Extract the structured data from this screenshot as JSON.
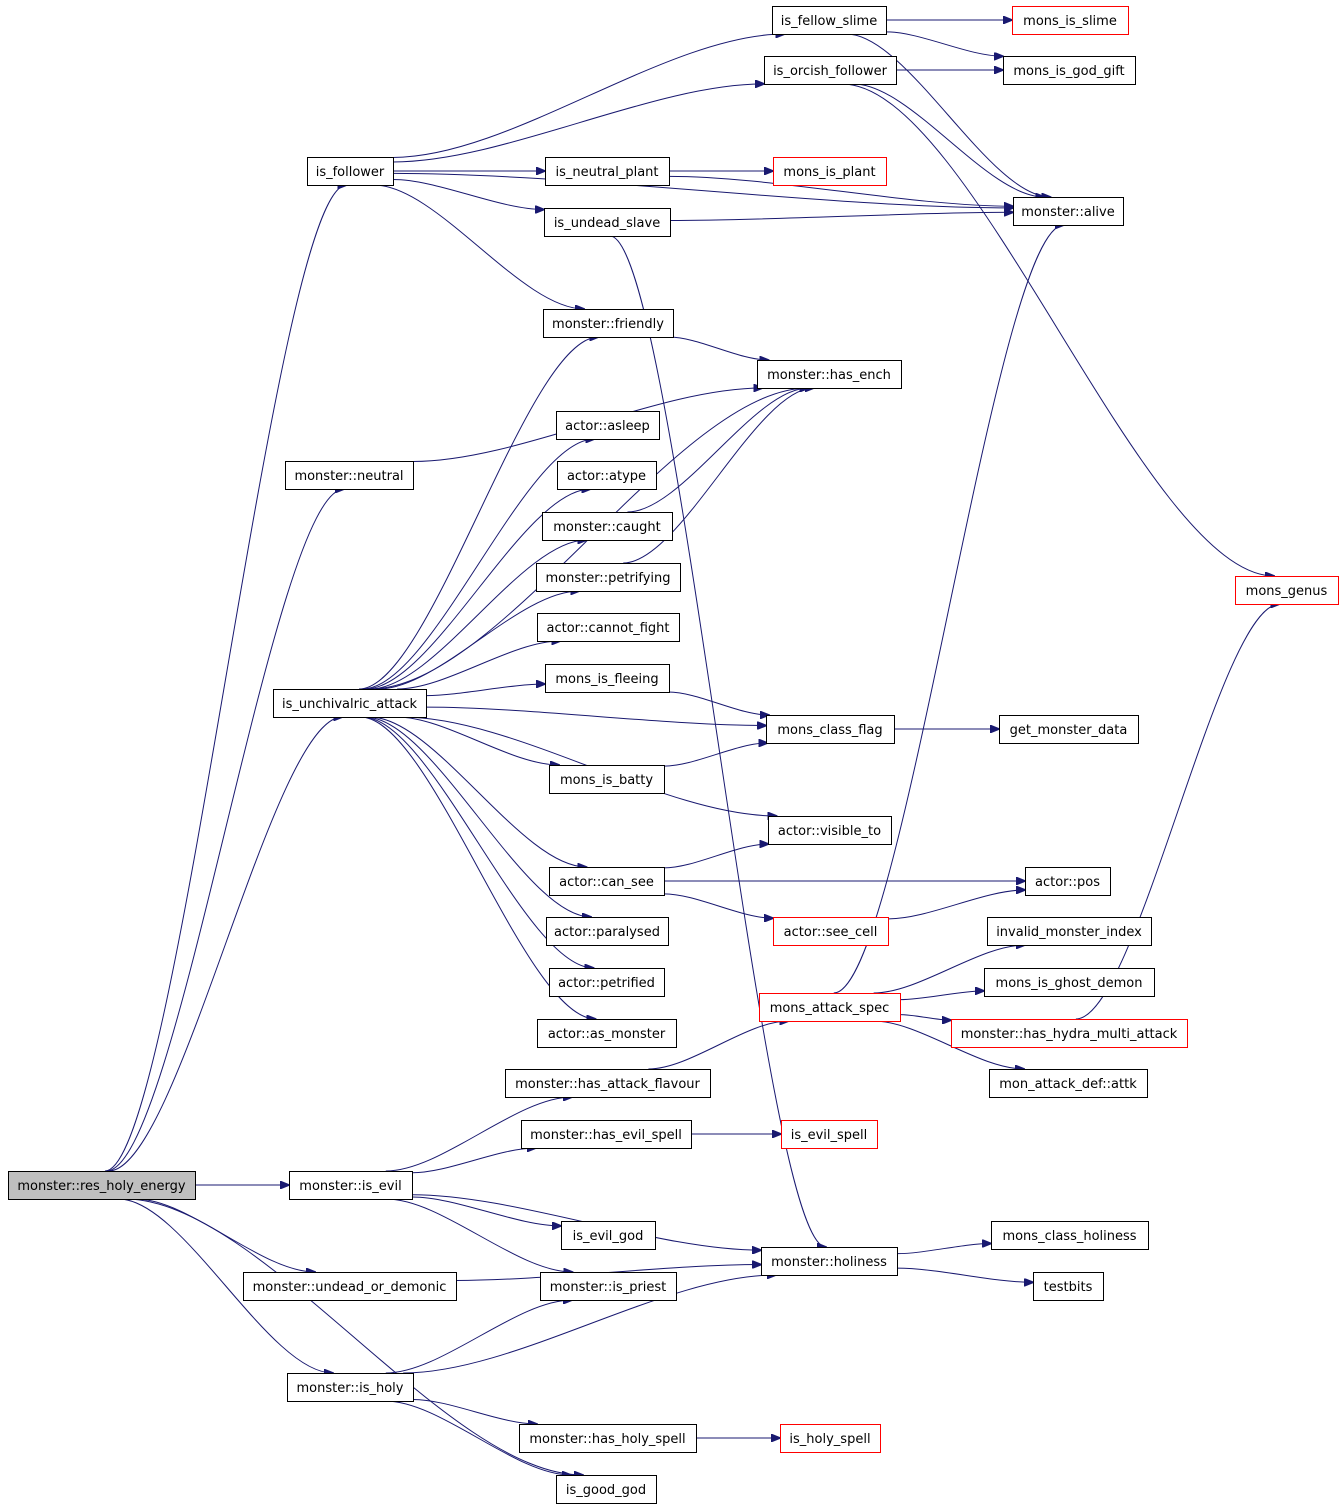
{
  "nodes": [
    {
      "id": "root",
      "label": "monster::res_holy_energy",
      "style": "root"
    },
    {
      "id": "is_follower",
      "label": "is_follower",
      "style": "normal"
    },
    {
      "id": "is_fellow_slime",
      "label": "is_fellow_slime",
      "style": "normal"
    },
    {
      "id": "mons_is_slime",
      "label": "mons_is_slime",
      "style": "red"
    },
    {
      "id": "is_orcish_follower",
      "label": "is_orcish_follower",
      "style": "normal"
    },
    {
      "id": "mons_is_god_gift",
      "label": "mons_is_god_gift",
      "style": "normal"
    },
    {
      "id": "is_neutral_plant",
      "label": "is_neutral_plant",
      "style": "normal"
    },
    {
      "id": "mons_is_plant",
      "label": "mons_is_plant",
      "style": "red"
    },
    {
      "id": "alive",
      "label": "monster::alive",
      "style": "normal"
    },
    {
      "id": "is_undead_slave",
      "label": "is_undead_slave",
      "style": "normal"
    },
    {
      "id": "friendly",
      "label": "monster::friendly",
      "style": "normal"
    },
    {
      "id": "has_ench",
      "label": "monster::has_ench",
      "style": "normal"
    },
    {
      "id": "neutral",
      "label": "monster::neutral",
      "style": "normal"
    },
    {
      "id": "asleep",
      "label": "actor::asleep",
      "style": "normal"
    },
    {
      "id": "atype",
      "label": "actor::atype",
      "style": "normal"
    },
    {
      "id": "caught",
      "label": "monster::caught",
      "style": "normal"
    },
    {
      "id": "petrifying",
      "label": "monster::petrifying",
      "style": "normal"
    },
    {
      "id": "mons_genus",
      "label": "mons_genus",
      "style": "red"
    },
    {
      "id": "cannot_fight",
      "label": "actor::cannot_fight",
      "style": "normal"
    },
    {
      "id": "mons_is_fleeing",
      "label": "mons_is_fleeing",
      "style": "normal"
    },
    {
      "id": "unchivalric",
      "label": "is_unchivalric_attack",
      "style": "normal"
    },
    {
      "id": "mons_class_flag",
      "label": "mons_class_flag",
      "style": "normal"
    },
    {
      "id": "get_monster_data",
      "label": "get_monster_data",
      "style": "normal"
    },
    {
      "id": "mons_is_batty",
      "label": "mons_is_batty",
      "style": "normal"
    },
    {
      "id": "visible_to",
      "label": "actor::visible_to",
      "style": "normal"
    },
    {
      "id": "can_see",
      "label": "actor::can_see",
      "style": "normal"
    },
    {
      "id": "pos",
      "label": "actor::pos",
      "style": "normal"
    },
    {
      "id": "paralysed",
      "label": "actor::paralysed",
      "style": "normal"
    },
    {
      "id": "see_cell",
      "label": "actor::see_cell",
      "style": "red"
    },
    {
      "id": "invalid_monster_index",
      "label": "invalid_monster_index",
      "style": "normal"
    },
    {
      "id": "petrified",
      "label": "actor::petrified",
      "style": "normal"
    },
    {
      "id": "mons_is_ghost_demon",
      "label": "mons_is_ghost_demon",
      "style": "normal"
    },
    {
      "id": "mons_attack_spec",
      "label": "mons_attack_spec",
      "style": "red"
    },
    {
      "id": "as_monster",
      "label": "actor::as_monster",
      "style": "normal"
    },
    {
      "id": "has_hydra",
      "label": "monster::has_hydra_multi_attack",
      "style": "red"
    },
    {
      "id": "has_attack_flavour",
      "label": "monster::has_attack_flavour",
      "style": "normal"
    },
    {
      "id": "attk",
      "label": "mon_attack_def::attk",
      "style": "normal"
    },
    {
      "id": "has_evil_spell",
      "label": "monster::has_evil_spell",
      "style": "normal"
    },
    {
      "id": "is_evil_spell",
      "label": "is_evil_spell",
      "style": "red"
    },
    {
      "id": "is_evil",
      "label": "monster::is_evil",
      "style": "normal"
    },
    {
      "id": "is_evil_god",
      "label": "is_evil_god",
      "style": "normal"
    },
    {
      "id": "mons_class_holiness",
      "label": "mons_class_holiness",
      "style": "normal"
    },
    {
      "id": "holiness",
      "label": "monster::holiness",
      "style": "normal"
    },
    {
      "id": "undead_or_demonic",
      "label": "monster::undead_or_demonic",
      "style": "normal"
    },
    {
      "id": "is_priest",
      "label": "monster::is_priest",
      "style": "normal"
    },
    {
      "id": "testbits",
      "label": "testbits",
      "style": "normal"
    },
    {
      "id": "is_holy",
      "label": "monster::is_holy",
      "style": "normal"
    },
    {
      "id": "has_holy_spell",
      "label": "monster::has_holy_spell",
      "style": "normal"
    },
    {
      "id": "is_holy_spell",
      "label": "is_holy_spell",
      "style": "red"
    },
    {
      "id": "is_good_god",
      "label": "is_good_god",
      "style": "normal"
    }
  ],
  "edges": [
    [
      "root",
      "is_follower"
    ],
    [
      "root",
      "neutral"
    ],
    [
      "root",
      "unchivalric"
    ],
    [
      "root",
      "is_evil"
    ],
    [
      "root",
      "undead_or_demonic"
    ],
    [
      "root",
      "is_holy"
    ],
    [
      "root",
      "is_good_god"
    ],
    [
      "is_follower",
      "is_fellow_slime"
    ],
    [
      "is_follower",
      "is_orcish_follower"
    ],
    [
      "is_follower",
      "alive"
    ],
    [
      "is_follower",
      "is_neutral_plant"
    ],
    [
      "is_follower",
      "is_undead_slave"
    ],
    [
      "is_follower",
      "friendly"
    ],
    [
      "is_fellow_slime",
      "mons_is_slime"
    ],
    [
      "is_fellow_slime",
      "mons_is_god_gift"
    ],
    [
      "is_fellow_slime",
      "alive"
    ],
    [
      "is_orcish_follower",
      "mons_is_god_gift"
    ],
    [
      "is_orcish_follower",
      "alive"
    ],
    [
      "is_orcish_follower",
      "mons_genus"
    ],
    [
      "is_neutral_plant",
      "mons_is_plant"
    ],
    [
      "is_neutral_plant",
      "alive"
    ],
    [
      "is_undead_slave",
      "alive"
    ],
    [
      "is_undead_slave",
      "holiness"
    ],
    [
      "friendly",
      "has_ench"
    ],
    [
      "neutral",
      "has_ench"
    ],
    [
      "unchivalric",
      "friendly"
    ],
    [
      "unchivalric",
      "has_ench"
    ],
    [
      "unchivalric",
      "asleep"
    ],
    [
      "unchivalric",
      "atype"
    ],
    [
      "unchivalric",
      "caught"
    ],
    [
      "unchivalric",
      "petrifying"
    ],
    [
      "unchivalric",
      "cannot_fight"
    ],
    [
      "unchivalric",
      "mons_is_fleeing"
    ],
    [
      "unchivalric",
      "mons_class_flag"
    ],
    [
      "unchivalric",
      "mons_is_batty"
    ],
    [
      "unchivalric",
      "visible_to"
    ],
    [
      "unchivalric",
      "can_see"
    ],
    [
      "unchivalric",
      "paralysed"
    ],
    [
      "unchivalric",
      "petrified"
    ],
    [
      "unchivalric",
      "as_monster"
    ],
    [
      "caught",
      "has_ench"
    ],
    [
      "petrifying",
      "has_ench"
    ],
    [
      "mons_is_fleeing",
      "mons_class_flag"
    ],
    [
      "mons_is_batty",
      "mons_class_flag"
    ],
    [
      "mons_class_flag",
      "get_monster_data"
    ],
    [
      "can_see",
      "visible_to"
    ],
    [
      "can_see",
      "pos"
    ],
    [
      "can_see",
      "see_cell"
    ],
    [
      "see_cell",
      "pos"
    ],
    [
      "mons_attack_spec",
      "alive"
    ],
    [
      "mons_attack_spec",
      "invalid_monster_index"
    ],
    [
      "mons_attack_spec",
      "mons_is_ghost_demon"
    ],
    [
      "mons_attack_spec",
      "has_hydra"
    ],
    [
      "mons_attack_spec",
      "attk"
    ],
    [
      "has_hydra",
      "mons_genus"
    ],
    [
      "has_attack_flavour",
      "mons_attack_spec"
    ],
    [
      "is_evil",
      "has_attack_flavour"
    ],
    [
      "is_evil",
      "has_evil_spell"
    ],
    [
      "is_evil",
      "holiness"
    ],
    [
      "is_evil",
      "is_evil_god"
    ],
    [
      "is_evil",
      "is_priest"
    ],
    [
      "has_evil_spell",
      "is_evil_spell"
    ],
    [
      "holiness",
      "mons_class_holiness"
    ],
    [
      "holiness",
      "testbits"
    ],
    [
      "undead_or_demonic",
      "holiness"
    ],
    [
      "is_holy",
      "is_priest"
    ],
    [
      "is_holy",
      "holiness"
    ],
    [
      "is_holy",
      "has_holy_spell"
    ],
    [
      "is_holy",
      "is_good_god"
    ],
    [
      "has_holy_spell",
      "is_holy_spell"
    ]
  ]
}
